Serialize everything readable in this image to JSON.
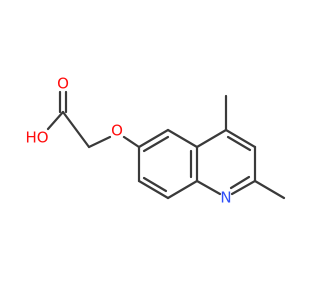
{
  "molecule": {
    "atoms": {
      "oxygen_carbonyl": {
        "symbol": "O",
        "color": "#ff0d0d"
      },
      "hydroxyl": {
        "symbol": "HO",
        "color": "#ff0d0d"
      },
      "oxygen_ether": {
        "symbol": "O",
        "color": "#ff0d0d"
      },
      "nitrogen_ring": {
        "symbol": "N",
        "color": "#3050f8"
      }
    },
    "bond_color": "#3a3a3a"
  }
}
